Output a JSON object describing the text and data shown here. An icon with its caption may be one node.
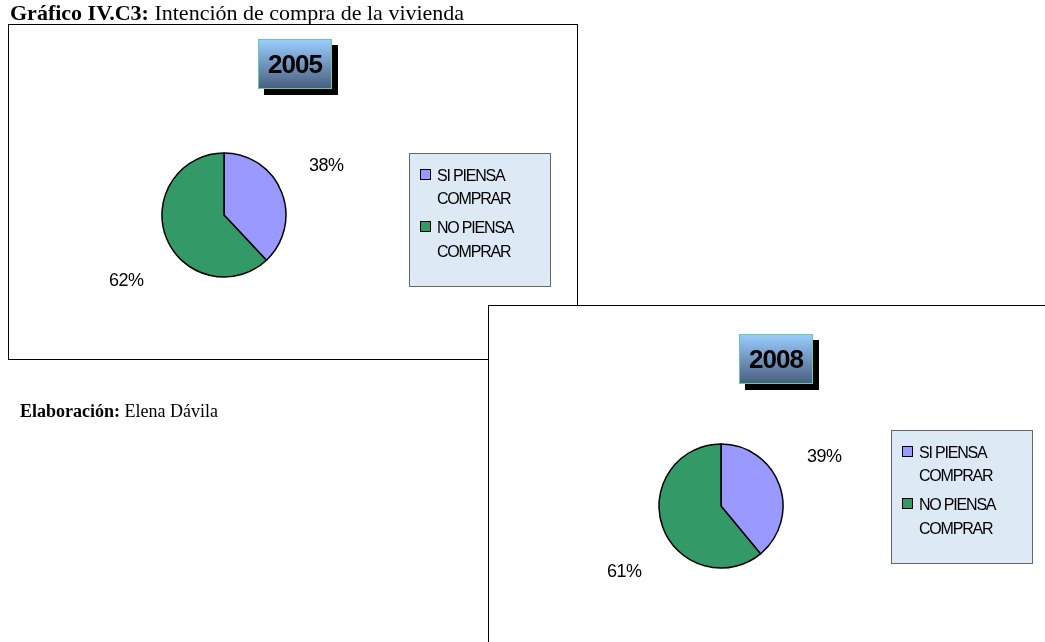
{
  "diagram": {
    "title": "**Gráfico IV.C3:** Intención de compra de la vivienda",
    "labels": [
      "**Elaboración:** Elena Dávila"
    ],
    "chart_data": [
      {
        "type": "pie",
        "title": "2005",
        "categories": [
          "SI PIENSA COMPRAR",
          "NO PIENSA COMPRAR"
        ],
        "values": [
          38,
          62
        ],
        "colors": [
          "#9999ff",
          "#339966"
        ],
        "value_labels": [
          "38%",
          "62%"
        ],
        "legend": "right"
      },
      {
        "type": "pie",
        "title": "2008",
        "categories": [
          "SI PIENSA COMPRAR",
          "NO PIENSA COMPRAR"
        ],
        "values": [
          39,
          61
        ],
        "colors": [
          "#9999ff",
          "#339966"
        ],
        "value_labels": [
          "39%",
          "61%"
        ],
        "legend": "right"
      }
    ]
  }
}
